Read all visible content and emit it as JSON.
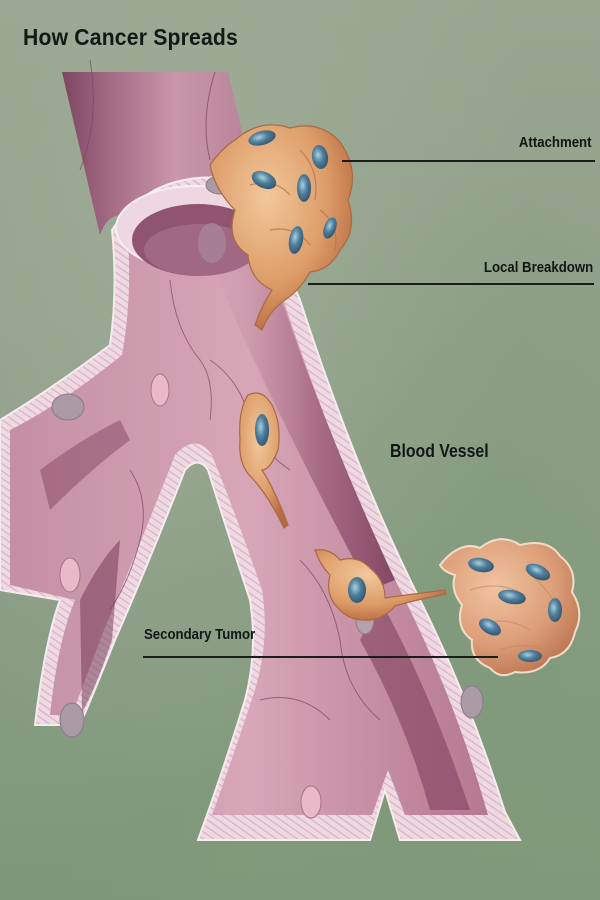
{
  "title": "How Cancer Spreads",
  "labels": {
    "attachment": "Attachment",
    "local_breakdown": "Local Breakdown",
    "blood_vessel": "Blood Vessel",
    "secondary_tumor": "Secondary Tumor"
  },
  "colors": {
    "background": "#8f9f88",
    "vessel_outer": "#b27e92",
    "vessel_inner": "#c995a5",
    "vessel_lumen_shadow": "#7a3e58",
    "vessel_wall": "#ecd3de",
    "cancer_cell": "#d99a66",
    "cell_nucleus": "#4f7c99",
    "label_text": "#121614"
  },
  "figure_parts": [
    "blood-vessel-cutaway",
    "primary-tumor-cluster",
    "migrating-cancer-cell-1",
    "migrating-cancer-cell-2",
    "secondary-tumor-cluster"
  ]
}
